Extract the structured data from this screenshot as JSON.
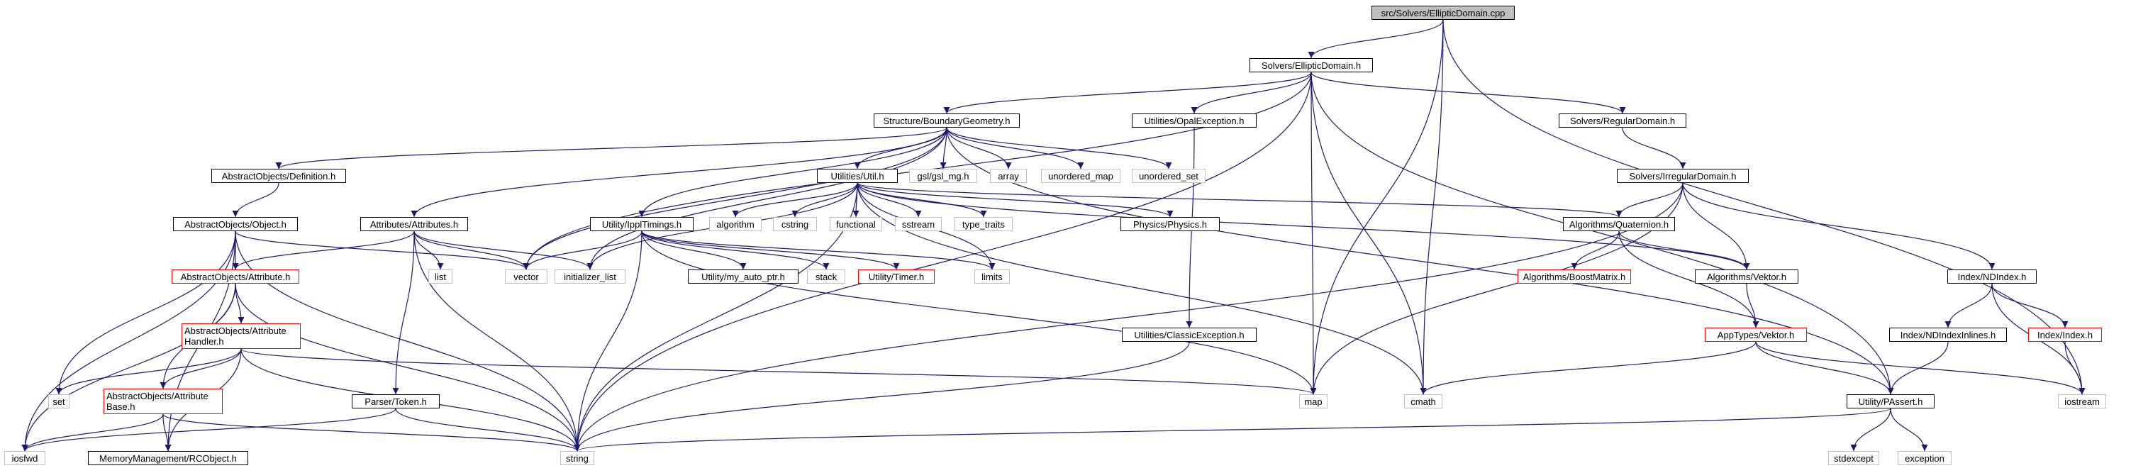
{
  "colors": {
    "edge": "#191970",
    "border_normal": "#000000",
    "border_truncated": "#ff0000",
    "border_system": "#bfbfbf",
    "root_fill": "#bfbfbf"
  },
  "nodes": {
    "root": "src/Solvers/EllipticDomain.cpp",
    "ellipticdomain_h": "Solvers/EllipticDomain.h",
    "boundarygeometry_h": "Structure/BoundaryGeometry.h",
    "opalexception_h": "Utilities/OpalException.h",
    "regulardomain_h": "Solvers/RegularDomain.h",
    "definition_h": "AbstractObjects/Definition.h",
    "util_h": "Utilities/Util.h",
    "gsl_mg_h": "gsl/gsl_mg.h",
    "array": "array",
    "unordered_map": "unordered_map",
    "unordered_set": "unordered_set",
    "irregulardomain_h": "Solvers/IrregularDomain.h",
    "object_h": "AbstractObjects/Object.h",
    "attributes_h": "Attributes/Attributes.h",
    "ippltimings_h": "Utility/IpplTimings.h",
    "algorithm": "algorithm",
    "cstring": "cstring",
    "functional": "functional",
    "sstream": "sstream",
    "type_traits": "type_traits",
    "physics_h": "Physics/Physics.h",
    "quaternion_h": "Algorithms/Quaternion.h",
    "attribute_h": "AbstractObjects/Attribute.h",
    "list": "list",
    "vector": "vector",
    "initializer_list": "initializer_list",
    "my_auto_ptr_h": "Utility/my_auto_ptr.h",
    "stack": "stack",
    "timer_h": "Utility/Timer.h",
    "limits": "limits",
    "boostmatrix_h": "Algorithms/BoostMatrix.h",
    "alg_vektor_h": "Algorithms/Vektor.h",
    "ndindex_h": "Index/NDIndex.h",
    "attributehandler_h": "AbstractObjects/Attribute\nHandler.h",
    "classicexception_h": "Utilities/ClassicException.h",
    "apptypes_vektor_h": "AppTypes/Vektor.h",
    "ndindexinlines_h": "Index/NDIndexInlines.h",
    "index_h": "Index/Index.h",
    "attributebase_h": "AbstractObjects/Attribute\nBase.h",
    "set": "set",
    "token_h": "Parser/Token.h",
    "map": "map",
    "cmath": "cmath",
    "passert_h": "Utility/PAssert.h",
    "iostream": "iostream",
    "iosfwd": "iosfwd",
    "rcobject_h": "MemoryManagement/RCObject.h",
    "string": "string",
    "stdexcept": "stdexcept",
    "exception": "exception"
  }
}
